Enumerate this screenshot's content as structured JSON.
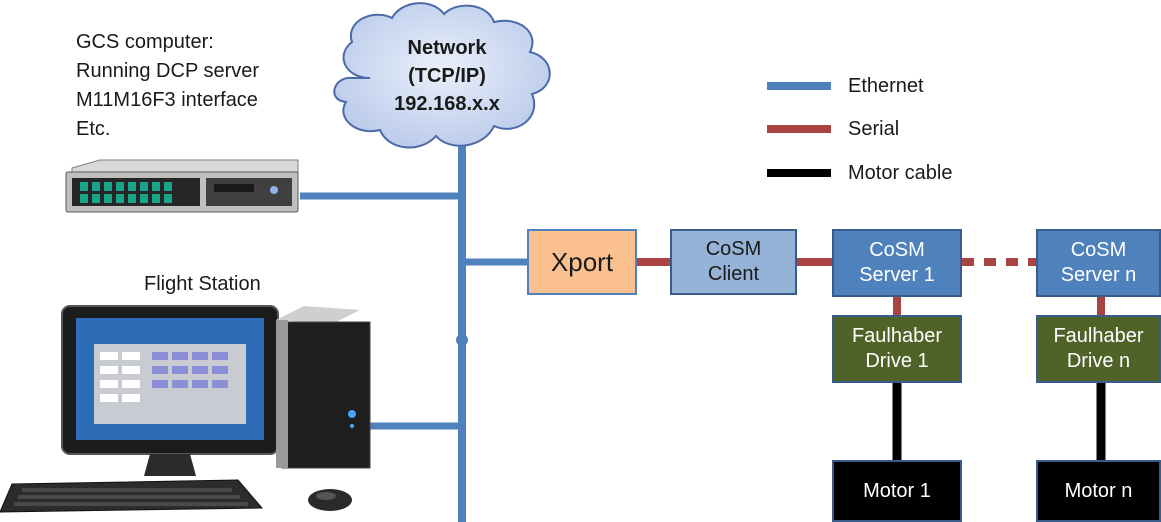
{
  "colors": {
    "ethernet": "#4f81bd",
    "serial": "#a94442",
    "motor_cable": "#000000",
    "xport_fill": "#fac090",
    "cosm_fill": "#4f81bd",
    "client_fill": "#95b3d7",
    "drive_fill": "#4f6228",
    "motor_fill": "#000000"
  },
  "gcs": {
    "lines": [
      "GCS computer:",
      "Running DCP server",
      "M11M16F3 interface",
      "Etc."
    ],
    "icon": "rack-server-icon"
  },
  "network": {
    "lines": [
      "Network",
      "(TCP/IP)",
      "192.168.x.x"
    ],
    "icon": "cloud-icon"
  },
  "flight_station": {
    "label": "Flight Station",
    "icon": "desktop-computer-icon"
  },
  "legend": [
    {
      "label": "Ethernet",
      "color": "#4f81bd"
    },
    {
      "label": "Serial",
      "color": "#a94442"
    },
    {
      "label": "Motor cable",
      "color": "#000000"
    }
  ],
  "xport": {
    "label": "Xport"
  },
  "cosm_client": {
    "label": "CoSM\nClient"
  },
  "server1": {
    "label": "CoSM\nServer 1"
  },
  "servern": {
    "label": "CoSM\nServer n"
  },
  "drive1": {
    "label": "Faulhaber\nDrive 1"
  },
  "driven": {
    "label": "Faulhaber\nDrive n"
  },
  "motor1": {
    "label": "Motor 1"
  },
  "motorn": {
    "label": "Motor n"
  }
}
